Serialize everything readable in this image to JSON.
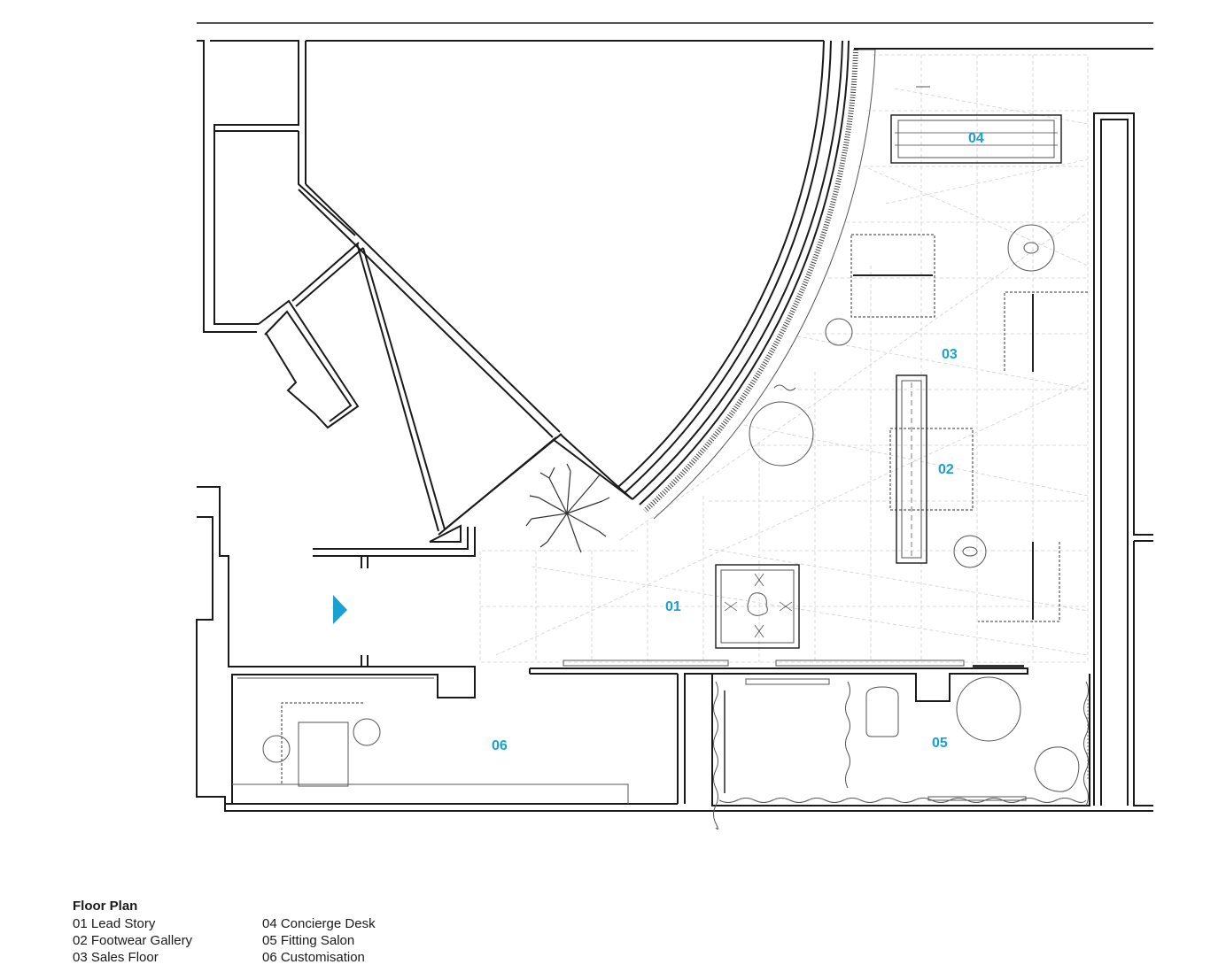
{
  "zones": [
    {
      "id": "01",
      "label": "01"
    },
    {
      "id": "02",
      "label": "02"
    },
    {
      "id": "03",
      "label": "03"
    },
    {
      "id": "04",
      "label": "04"
    },
    {
      "id": "05",
      "label": "05"
    },
    {
      "id": "06",
      "label": "06"
    }
  ],
  "legend": {
    "title": "Floor Plan",
    "col1": [
      "01 Lead Story",
      "02 Footwear Gallery",
      "03 Sales Floor"
    ],
    "col2": [
      "04 Concierge Desk",
      "05 Fitting Salon",
      "06 Customisation"
    ]
  },
  "colors": {
    "accent": "#17a2d2",
    "wall": "#1a1a1a",
    "grid": "#cfcfcf"
  },
  "icons": {
    "entrance": "entrance-arrow-icon",
    "tree": "tree-icon"
  }
}
